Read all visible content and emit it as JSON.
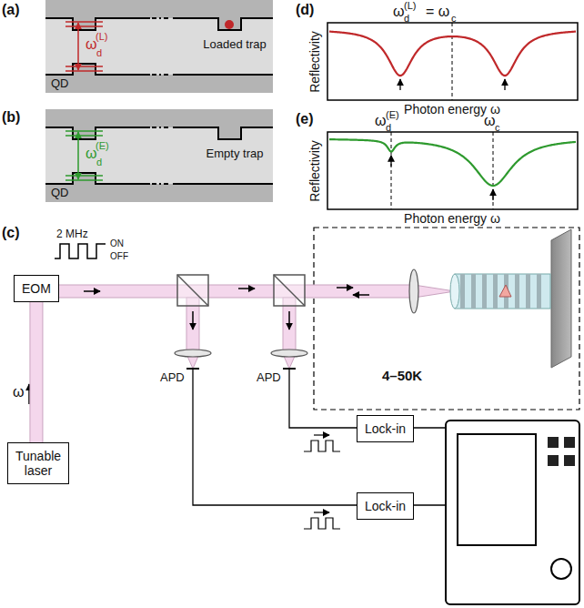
{
  "diagram": {
    "nodes": [
      {
        "text": [
          "EOM"
        ]
      },
      {
        "text": [
          "Tunable laser"
        ]
      },
      {
        "text": [
          "Lock-in"
        ]
      },
      {
        "text": [
          "Lock-in"
        ]
      }
    ],
    "edges": [
      {
        "from": 1,
        "to": 0,
        "arrow": "to",
        "label": "ω"
      }
    ],
    "labels": [
      "(a)",
      "ω",
      "d",
      "(L)",
      "QD",
      "Loaded trap",
      "(b)",
      "ω",
      "d",
      "(E)",
      "QD",
      "Empty trap",
      "(d)",
      "ω",
      "d",
      "(L)",
      "= ω",
      "c",
      "Reflectivity",
      "Photon energy ω",
      "(e)",
      "ω",
      "d",
      "(E)",
      "ω",
      "c",
      "Reflectivity",
      "Photon energy ω",
      "(c)",
      "2 MHz",
      "ON",
      "OFF",
      "APD",
      "APD",
      "4–50K"
    ]
  }
}
